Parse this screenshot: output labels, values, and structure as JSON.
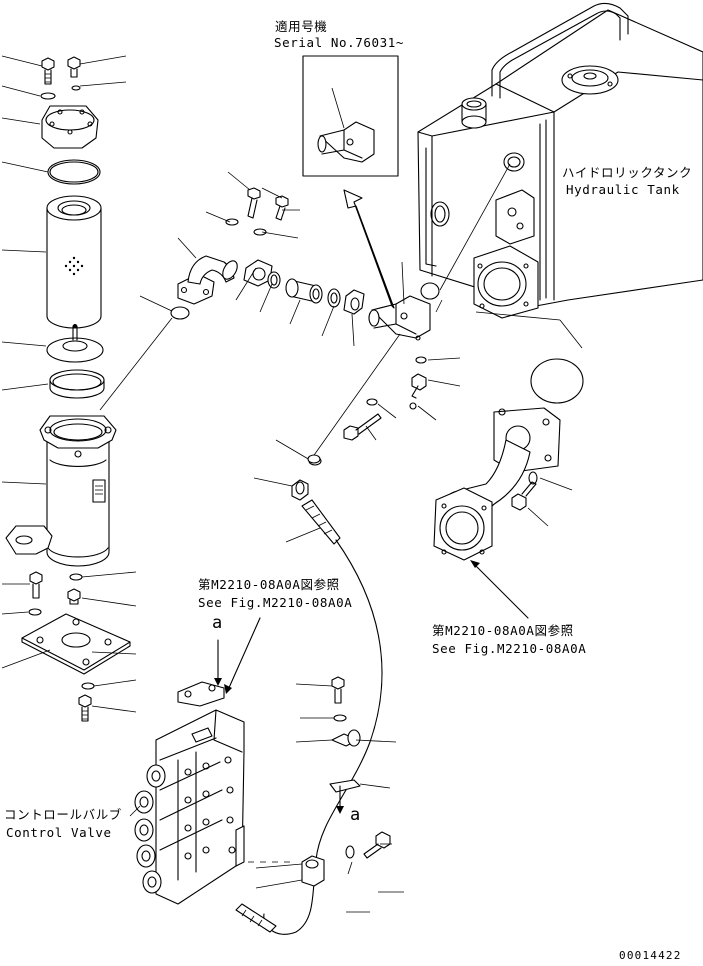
{
  "labels": {
    "serial_jp": "適用号機",
    "serial_en": "Serial No.76031~",
    "tank_jp": "ハイドロリックタンク",
    "tank_en": "Hydraulic Tank",
    "ref_left_jp": "第M2210-08A0A図参照",
    "ref_left_en": "See Fig.M2210-08A0A",
    "ref_right_jp": "第M2210-08A0A図参照",
    "ref_right_en": "See Fig.M2210-08A0A",
    "valve_jp": "コントロールバルブ",
    "valve_en": "Control Valve",
    "marker_top": "a",
    "marker_bottom": "a",
    "drawing_number": "00014422"
  }
}
